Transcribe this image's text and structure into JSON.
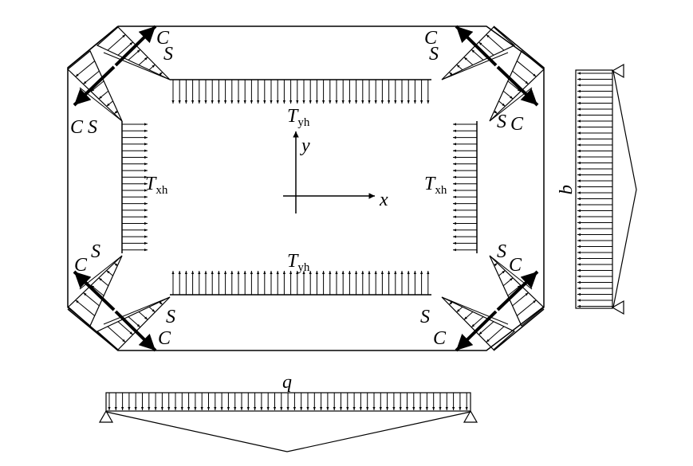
{
  "labels": {
    "c": "C",
    "s": "S",
    "t": "T",
    "xh": "xh",
    "yh": "yh",
    "x": "x",
    "y": "y",
    "q": "q"
  },
  "colors": {
    "stroke": "#000000",
    "background": "#ffffff"
  }
}
